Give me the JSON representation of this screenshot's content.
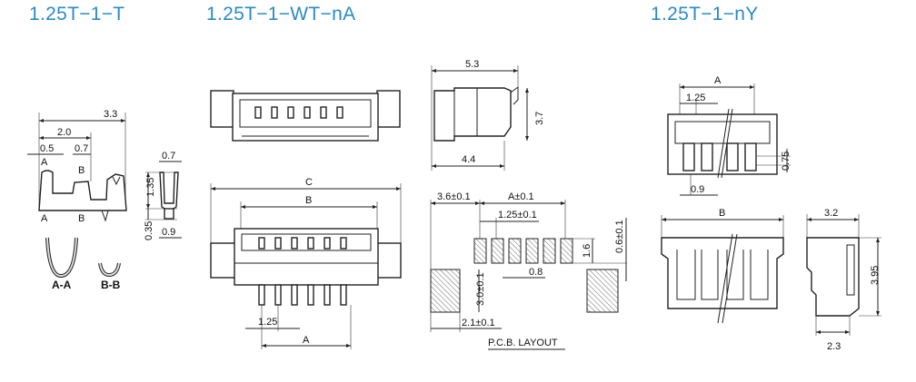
{
  "titles": {
    "terminal": "1.25T−1−T",
    "wafer": "1.25T−1−WT−nA",
    "housing": "1.25T−1−nY"
  },
  "terminal": {
    "dim_overall": "3.3",
    "dim_mid": "2.0",
    "dim_a": "0.5",
    "dim_b": "0.7",
    "mark_a_top": "A",
    "mark_b_top": "B",
    "mark_a_bottom": "A",
    "mark_b_bottom": "B",
    "side_width": "0.7",
    "side_height": "1.35",
    "side_tail": "0.35",
    "side_base": "0.9",
    "section_aa": "A-A",
    "section_bb": "B-B"
  },
  "wafer": {
    "dim_c": "C",
    "dim_b": "B",
    "pitch": "1.25",
    "dim_a": "A",
    "side_width": "5.3",
    "side_height": "3.7",
    "side_depth": "4.4"
  },
  "pcb": {
    "edge": "3.6±0.1",
    "span": "A±0.1",
    "pitch": "1.25±0.1",
    "pad_height": "1.6",
    "offset": "0.6±0.1",
    "pad_width": "0.8",
    "mount_height": "3.0±0.1",
    "mount_width": "2.1±0.1",
    "caption": "P.C.B. LAYOUT"
  },
  "housing": {
    "dim_a": "A",
    "pitch": "1.25",
    "dim_075": "0.75",
    "dim_09": "0.9",
    "dim_b": "B",
    "side_width": "3.2",
    "side_height": "3.95",
    "side_base": "2.3"
  }
}
